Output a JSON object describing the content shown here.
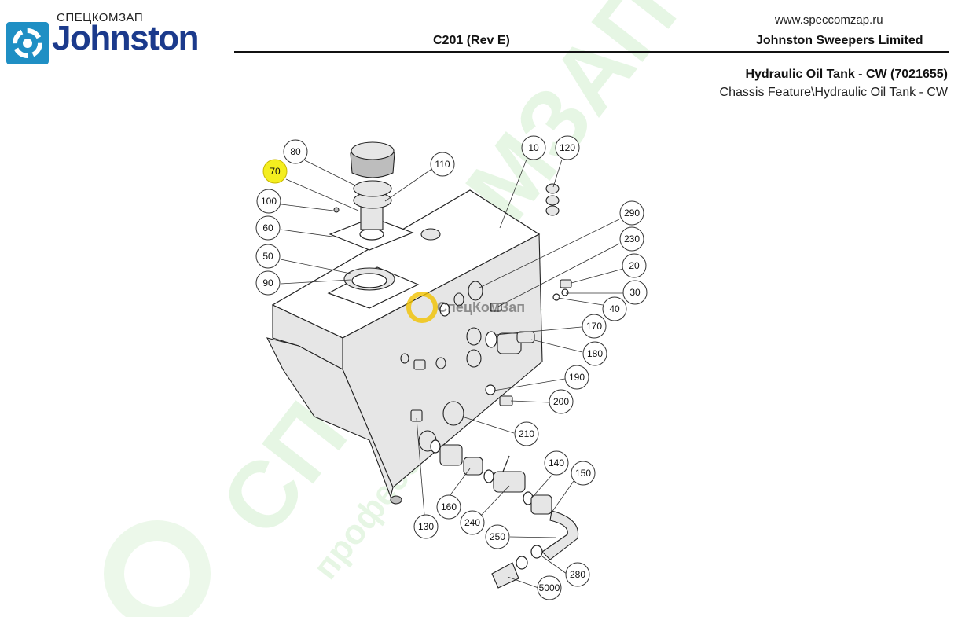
{
  "header": {
    "brand_ru": "СПЕЦКОМЗАП",
    "brand_name": "Johnston",
    "website": "www.speccomzap.ru",
    "doc_code": "C201 (Rev E)",
    "company": "Johnston Sweepers Limited"
  },
  "part": {
    "title": "Hydraulic Oil Tank - CW (7021655)",
    "path": "Chassis Feature\\Hydraulic Oil Tank - CW"
  },
  "watermark": {
    "logo_text": "СпецКомЗап"
  },
  "callouts": [
    {
      "label": "80",
      "highlighted": false
    },
    {
      "label": "70",
      "highlighted": true
    },
    {
      "label": "110",
      "highlighted": false
    },
    {
      "label": "10",
      "highlighted": false
    },
    {
      "label": "120",
      "highlighted": false
    },
    {
      "label": "100",
      "highlighted": false
    },
    {
      "label": "60",
      "highlighted": false
    },
    {
      "label": "50",
      "highlighted": false
    },
    {
      "label": "90",
      "highlighted": false
    },
    {
      "label": "290",
      "highlighted": false
    },
    {
      "label": "230",
      "highlighted": false
    },
    {
      "label": "20",
      "highlighted": false
    },
    {
      "label": "30",
      "highlighted": false
    },
    {
      "label": "40",
      "highlighted": false
    },
    {
      "label": "170",
      "highlighted": false
    },
    {
      "label": "180",
      "highlighted": false
    },
    {
      "label": "190",
      "highlighted": false
    },
    {
      "label": "200",
      "highlighted": false
    },
    {
      "label": "210",
      "highlighted": false
    },
    {
      "label": "140",
      "highlighted": false
    },
    {
      "label": "150",
      "highlighted": false
    },
    {
      "label": "160",
      "highlighted": false
    },
    {
      "label": "240",
      "highlighted": false
    },
    {
      "label": "250",
      "highlighted": false
    },
    {
      "label": "130",
      "highlighted": false
    },
    {
      "label": "280",
      "highlighted": false
    },
    {
      "label": "5000",
      "highlighted": false
    }
  ],
  "colors": {
    "brand_blue": "#1b3a8c",
    "logo_cyan": "#1f8fc4",
    "highlight": "#f4ee1f",
    "watermark_green": "#c8ecc4"
  }
}
